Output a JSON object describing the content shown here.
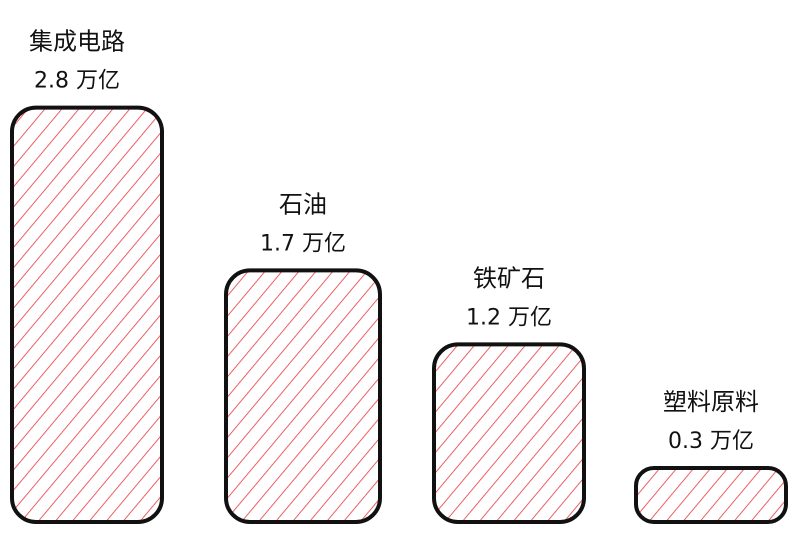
{
  "chart_data": {
    "type": "bar",
    "categories": [
      "集成电路",
      "石油",
      "铁矿石",
      "塑料原料"
    ],
    "values": [
      2.8,
      1.7,
      1.2,
      0.3
    ],
    "value_labels": [
      "2.8 万亿",
      "1.7 万亿",
      "1.2 万亿",
      "0.3 万亿"
    ],
    "title": "",
    "xlabel": "",
    "ylabel": "",
    "grid": false,
    "style": "hand-drawn hatched bars",
    "colors": {
      "outline": "#111111",
      "hatch": "#e8383d"
    }
  }
}
